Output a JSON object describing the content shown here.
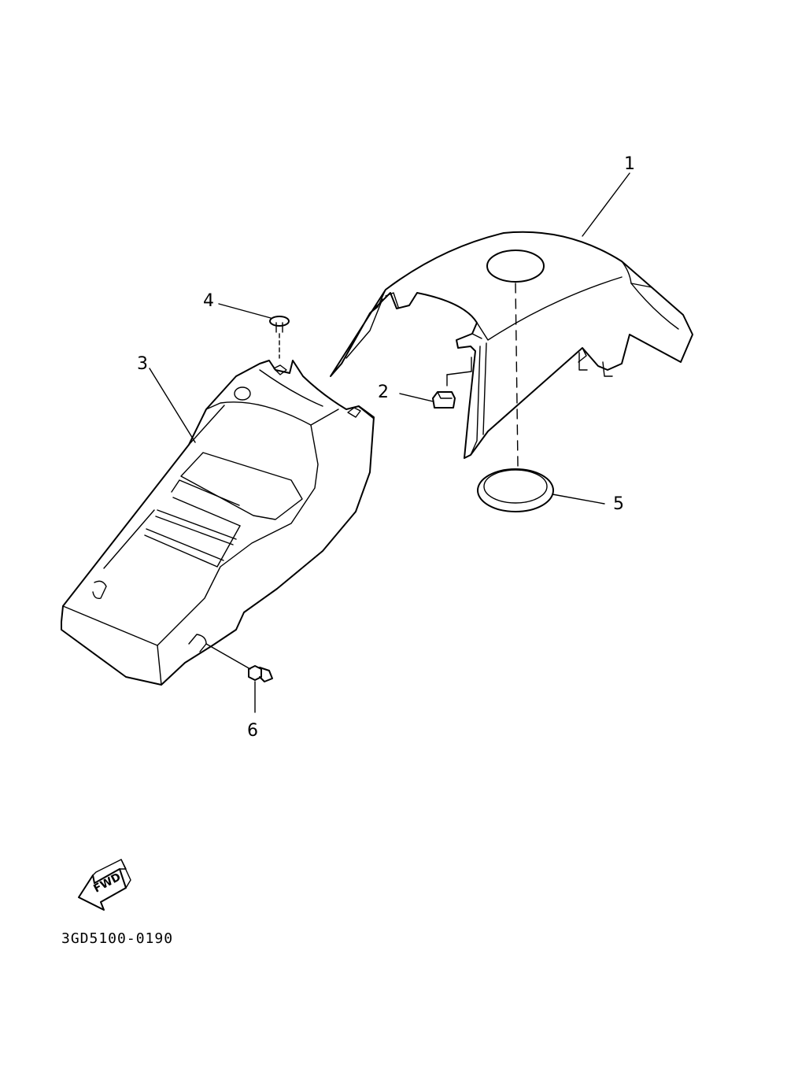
{
  "callouts": {
    "part_1": "1",
    "part_2": "2",
    "part_3": "3",
    "part_4": "4",
    "part_5": "5",
    "part_6": "6"
  },
  "fwd_label": "FWD",
  "drawing_code": "3GD5100-0190",
  "icons": [
    "fwd-arrow-icon"
  ]
}
